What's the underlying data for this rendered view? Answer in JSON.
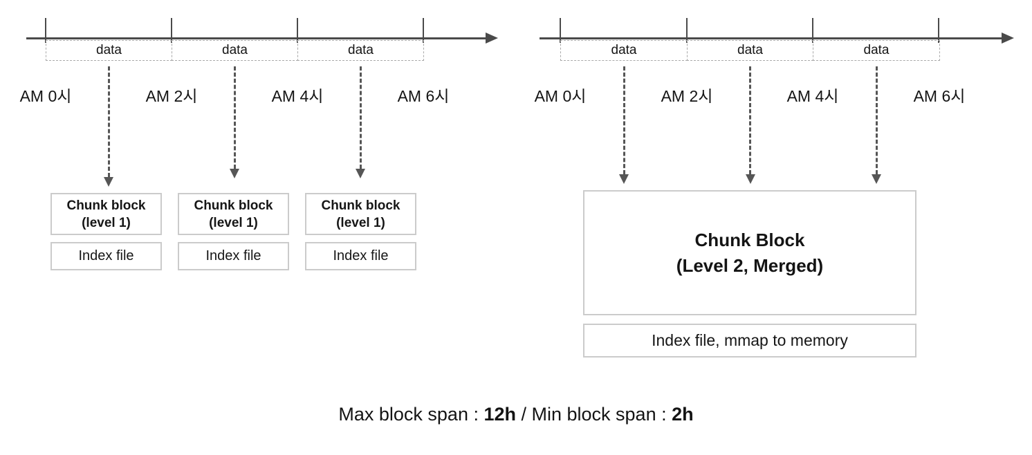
{
  "colors": {
    "axis": "#4a4a4a",
    "dashed_arrow": "#565656",
    "box_border": "#cbcbcb",
    "dashed_box_border": "#a9a9a9",
    "text": "#141414"
  },
  "left": {
    "segments": [
      "data",
      "data",
      "data"
    ],
    "time_labels": [
      "AM 0시",
      "AM 2시",
      "AM 4시",
      "AM 6시"
    ],
    "chunk_blocks": [
      {
        "line1": "Chunk block",
        "line2": "(level 1)"
      },
      {
        "line1": "Chunk block",
        "line2": "(level 1)"
      },
      {
        "line1": "Chunk block",
        "line2": "(level 1)"
      }
    ],
    "index_files": [
      "Index file",
      "Index file",
      "Index file"
    ]
  },
  "right": {
    "segments": [
      "data",
      "data",
      "data"
    ],
    "time_labels": [
      "AM 0시",
      "AM 2시",
      "AM 4시",
      "AM 6시"
    ],
    "chunk_block": {
      "line1": "Chunk Block",
      "line2": "(Level 2, Merged)"
    },
    "index_file": "Index file, mmap to memory"
  },
  "caption": {
    "prefix": "Max block span : ",
    "max_value": "12h",
    "separator": " / Min block span : ",
    "min_value": "2h"
  }
}
